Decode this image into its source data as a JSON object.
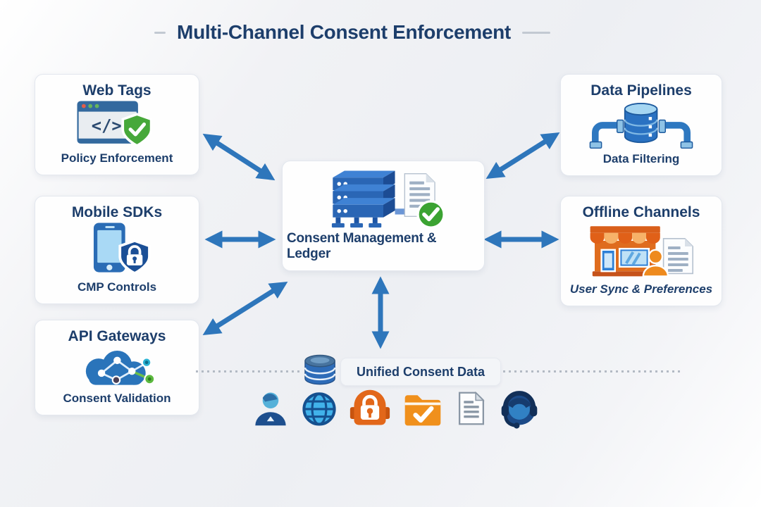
{
  "title": "Multi-Channel Consent Enforcement",
  "nodes": {
    "web_tags": {
      "title": "Web Tags",
      "sublabel": "Policy Enforcement",
      "icon": "browser-code-shield-icon"
    },
    "mobile_sdks": {
      "title": "Mobile SDKs",
      "sublabel": "CMP Controls",
      "icon": "phone-lock-shield-icon"
    },
    "api_gateways": {
      "title": "API Gateways",
      "sublabel": "Consent Validation",
      "icon": "cloud-network-icon"
    },
    "data_pipelines": {
      "title": "Data Pipelines",
      "sublabel": "Data Filtering",
      "icon": "database-pipes-icon"
    },
    "offline_channels": {
      "title": "Offline Channels",
      "sublabel": "User Sync & Preferences",
      "icon": "storefront-user-document-icon"
    },
    "center": {
      "title": "Consent Management & Ledger",
      "icon": "server-stack-ledger-check-icon"
    }
  },
  "unified": {
    "label": "Unified Consent Data",
    "icon": "database-icon"
  },
  "bottom_icons": [
    "user-icon",
    "globe-icon",
    "lock-badge-icon",
    "folder-check-icon",
    "document-icon",
    "support-headset-icon"
  ],
  "connections": [
    "web_tags-center",
    "mobile_sdks-center",
    "api_gateways-center",
    "data_pipelines-center",
    "offline_channels-center",
    "center-unified_consent_data"
  ],
  "colors": {
    "arrow": "#2e76bb",
    "heading": "#1d3e6b",
    "green_check": "#3ba332",
    "orange": "#e0661c",
    "icon_blue": "#2a6cb5"
  }
}
